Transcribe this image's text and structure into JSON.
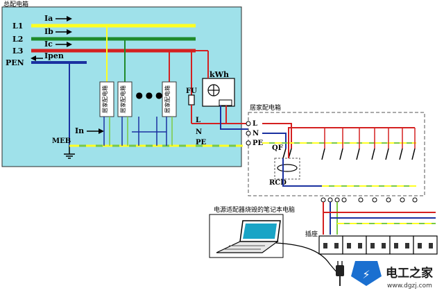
{
  "main_panel": {
    "title": "总配电箱"
  },
  "busbars": [
    {
      "name": "L1",
      "current": "Ia",
      "color": "#ffff22"
    },
    {
      "name": "L2",
      "current": "Ib",
      "color": "#1e8a2a"
    },
    {
      "name": "L3",
      "current": "Ic",
      "color": "#d42020"
    },
    {
      "name": "PEN",
      "current": "Ipen",
      "color": "#1a30a0"
    }
  ],
  "ground": {
    "label": "MEB",
    "current": "In"
  },
  "home_boxes": [
    "居家配电箱",
    "居家配电箱",
    "居家配电箱"
  ],
  "ellipsis": "● ● ●",
  "meter": {
    "label": "kWh"
  },
  "fuse": {
    "label": "FU"
  },
  "feed_lines": {
    "l": "L",
    "n": "N",
    "pe": "PE"
  },
  "home_panel": {
    "title": "居家配电箱",
    "terminals": {
      "l": "L",
      "n": "N",
      "pe": "PE"
    },
    "breaker": "QF",
    "rcd": "RCD"
  },
  "sockets": {
    "label": "插座"
  },
  "laptop": {
    "caption": "电源适配器烧毁的笔记本电脑"
  },
  "brand": {
    "name": "电工之家",
    "url": "www.dgzj.com",
    "color": "#1a6fd0"
  },
  "colors": {
    "main_panel_bg": "#9fe1ea",
    "l_wire": "#d42020",
    "n_wire": "#1a30a0",
    "pe_wire": "#7ac943",
    "pe_dash": "#ffff22"
  }
}
